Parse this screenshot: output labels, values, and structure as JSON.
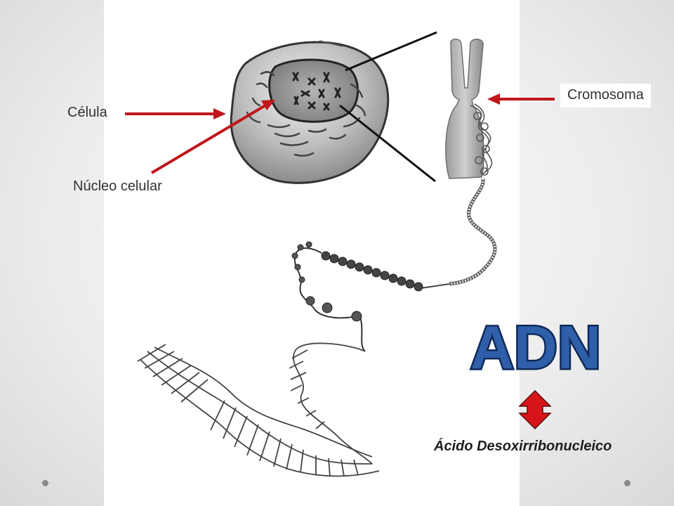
{
  "labels": {
    "cell": "Célula",
    "nucleus": "Núcleo celular",
    "chromosome": "Cromosoma"
  },
  "acronym": "ADN",
  "full_name": "Ácido Desoxirribonucleico",
  "colors": {
    "arrow": "#c0161c",
    "acronym_fill": "#2e5fa8",
    "acronym_stroke": "#0f2a5a",
    "double_arrow": "#d8141b"
  },
  "icons": [
    "double-arrow-icon"
  ]
}
